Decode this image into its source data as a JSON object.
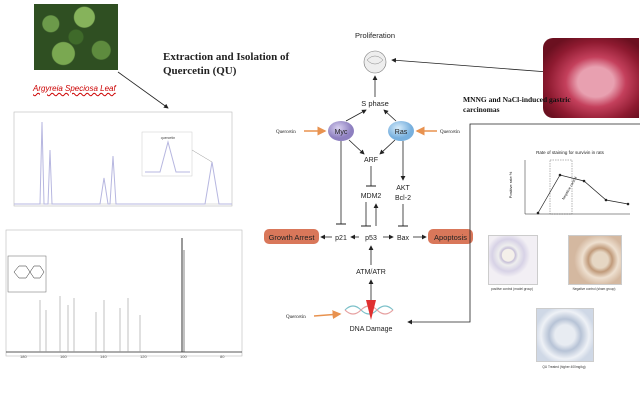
{
  "left_panel": {
    "leaf_caption": "Argyreia Speciosa Leaf",
    "extraction_title": "Extraction and Isolation of Quercetin (QU)",
    "hplc_inset_label": "quercetin"
  },
  "pathway": {
    "proliferation": "Proliferation",
    "s_phase": "S phase",
    "myc": "Myc",
    "ras": "Ras",
    "arf": "ARF",
    "mdm2": "MDM2",
    "akt": "AKT",
    "bcl2": "Bcl-2",
    "p21": "p21",
    "p53": "p53",
    "bax": "Bax",
    "growth_arrest": "Growth Arrest",
    "apoptosis": "Apoptosis",
    "atm_atr": "ATM/ATR",
    "dna_damage": "DNA Damage",
    "quercetin_myc": "Quercetin",
    "quercetin_ras": "Quercetin",
    "quercetin_dna": "Quercetin"
  },
  "right_panel": {
    "gastric_caption": "MNNG and NaCl-induced gastric carcinomas",
    "survivin_chart": {
      "title": "Rate of staining for survivin in rats",
      "ylabel": "Positive rate %",
      "negative_control_label": "Negative control"
    },
    "stain_captions": {
      "left": "positive control (model group)",
      "right": "Negative control (sham group)",
      "bottom": "QU Treated (higher 400mg/kg)"
    }
  },
  "colors": {
    "myc": "#9b8fc9",
    "ras": "#8fbfe6",
    "outcome": "#d9775a",
    "arrow_orange": "#e8924f",
    "chart_line": "#b7b7e0"
  }
}
